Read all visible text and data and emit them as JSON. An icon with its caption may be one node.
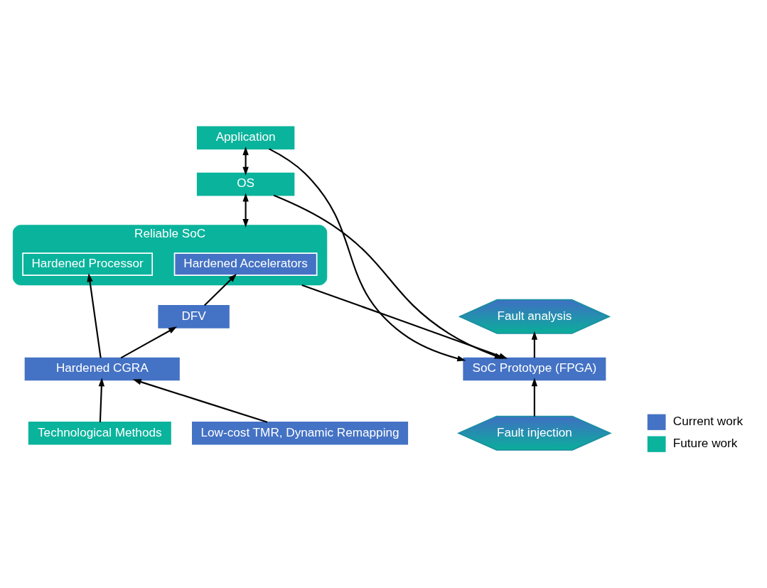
{
  "diagram": {
    "nodes": [
      {
        "text": [
          "Application"
        ]
      },
      {
        "text": [
          "OS"
        ]
      },
      {
        "text": [
          "Reliable SoC"
        ]
      },
      {
        "text": [
          "Hardened Processor"
        ],
        "in": 2
      },
      {
        "text": [
          "Hardened Accelerators"
        ],
        "in": 2
      },
      {
        "text": [
          "SoC Prototype (FPGA)"
        ]
      },
      {
        "text": [
          "Fault analysis"
        ]
      },
      {
        "text": [
          "Fault injection"
        ]
      },
      {
        "text": [
          "DFV"
        ]
      },
      {
        "text": [
          "Hardened CGRA"
        ]
      },
      {
        "text": [
          "Technological Methods"
        ]
      },
      {
        "text": [
          "Low-cost TMR, Dynamic Remapping"
        ]
      }
    ],
    "edges": [
      {
        "from": 0,
        "to": 1,
        "arrow": "both"
      },
      {
        "from": 1,
        "to": 2,
        "arrow": "both"
      },
      {
        "from": 0,
        "to": 5,
        "arrow": "to"
      },
      {
        "from": 1,
        "to": 5,
        "arrow": "to"
      },
      {
        "from": 2,
        "to": 5,
        "arrow": "to"
      },
      {
        "from": 5,
        "to": 6,
        "arrow": "to"
      },
      {
        "from": 7,
        "to": 5,
        "arrow": "to"
      },
      {
        "from": 9,
        "to": 3,
        "arrow": "to"
      },
      {
        "from": 8,
        "to": 4,
        "arrow": "to"
      },
      {
        "from": 9,
        "to": 8,
        "arrow": "to"
      },
      {
        "from": 10,
        "to": 9,
        "arrow": "to"
      },
      {
        "from": 11,
        "to": 9,
        "arrow": "to"
      }
    ],
    "legend": [
      {
        "text": "Current work",
        "color": "#4472c4"
      },
      {
        "text": "Future work",
        "color": "#0ab39c"
      }
    ]
  }
}
